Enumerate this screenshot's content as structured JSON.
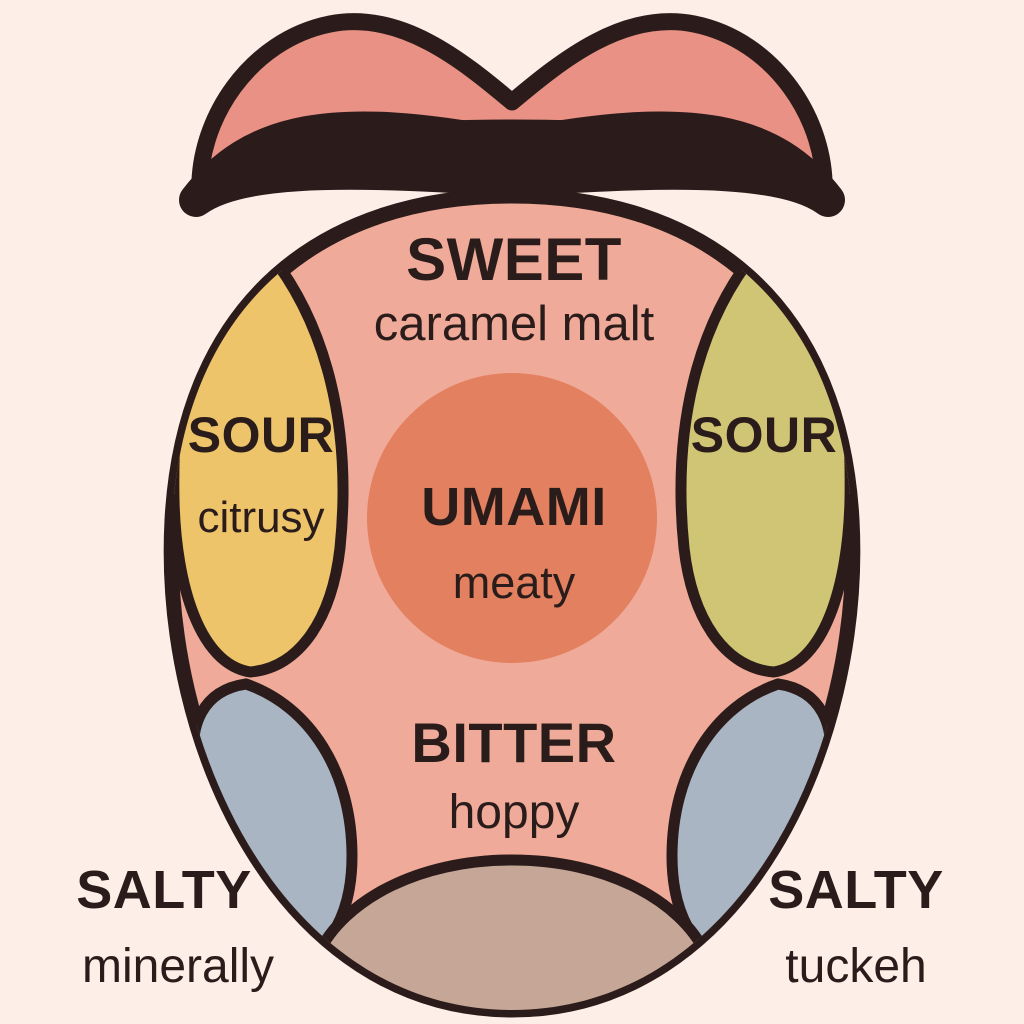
{
  "diagram": {
    "subject": "tongue-taste-map",
    "background_color": "#fdeee8"
  },
  "palette": {
    "background": "#fdeee8",
    "outline": "#2b1c1b",
    "lip": "#e89184",
    "tongue": "#f0aa99",
    "sour_left": "#edc46a",
    "sour_right": "#d0c574",
    "umami": "#e2805f",
    "salty_lobe": "#a9b5c2",
    "tip": "#c6a797",
    "text": "#2a1c1a"
  },
  "zones": {
    "sweet": {
      "title": "SWEET",
      "subtitle": "caramel malt",
      "color": "#f0aa99"
    },
    "sour_left": {
      "title": "SOUR",
      "subtitle": "citrusy",
      "color": "#edc46a"
    },
    "sour_right": {
      "title": "SOUR",
      "subtitle": "",
      "color": "#d0c574"
    },
    "umami": {
      "title": "UMAMI",
      "subtitle": "meaty",
      "color": "#e2805f"
    },
    "bitter": {
      "title": "BITTER",
      "subtitle": "hoppy",
      "color": "#f0aa99"
    },
    "salty_left": {
      "title": "SALTY",
      "subtitle": "minerally",
      "color": "#a9b5c2"
    },
    "salty_right": {
      "title": "SALTY",
      "subtitle": "tuckeh",
      "color": "#a9b5c2"
    }
  }
}
